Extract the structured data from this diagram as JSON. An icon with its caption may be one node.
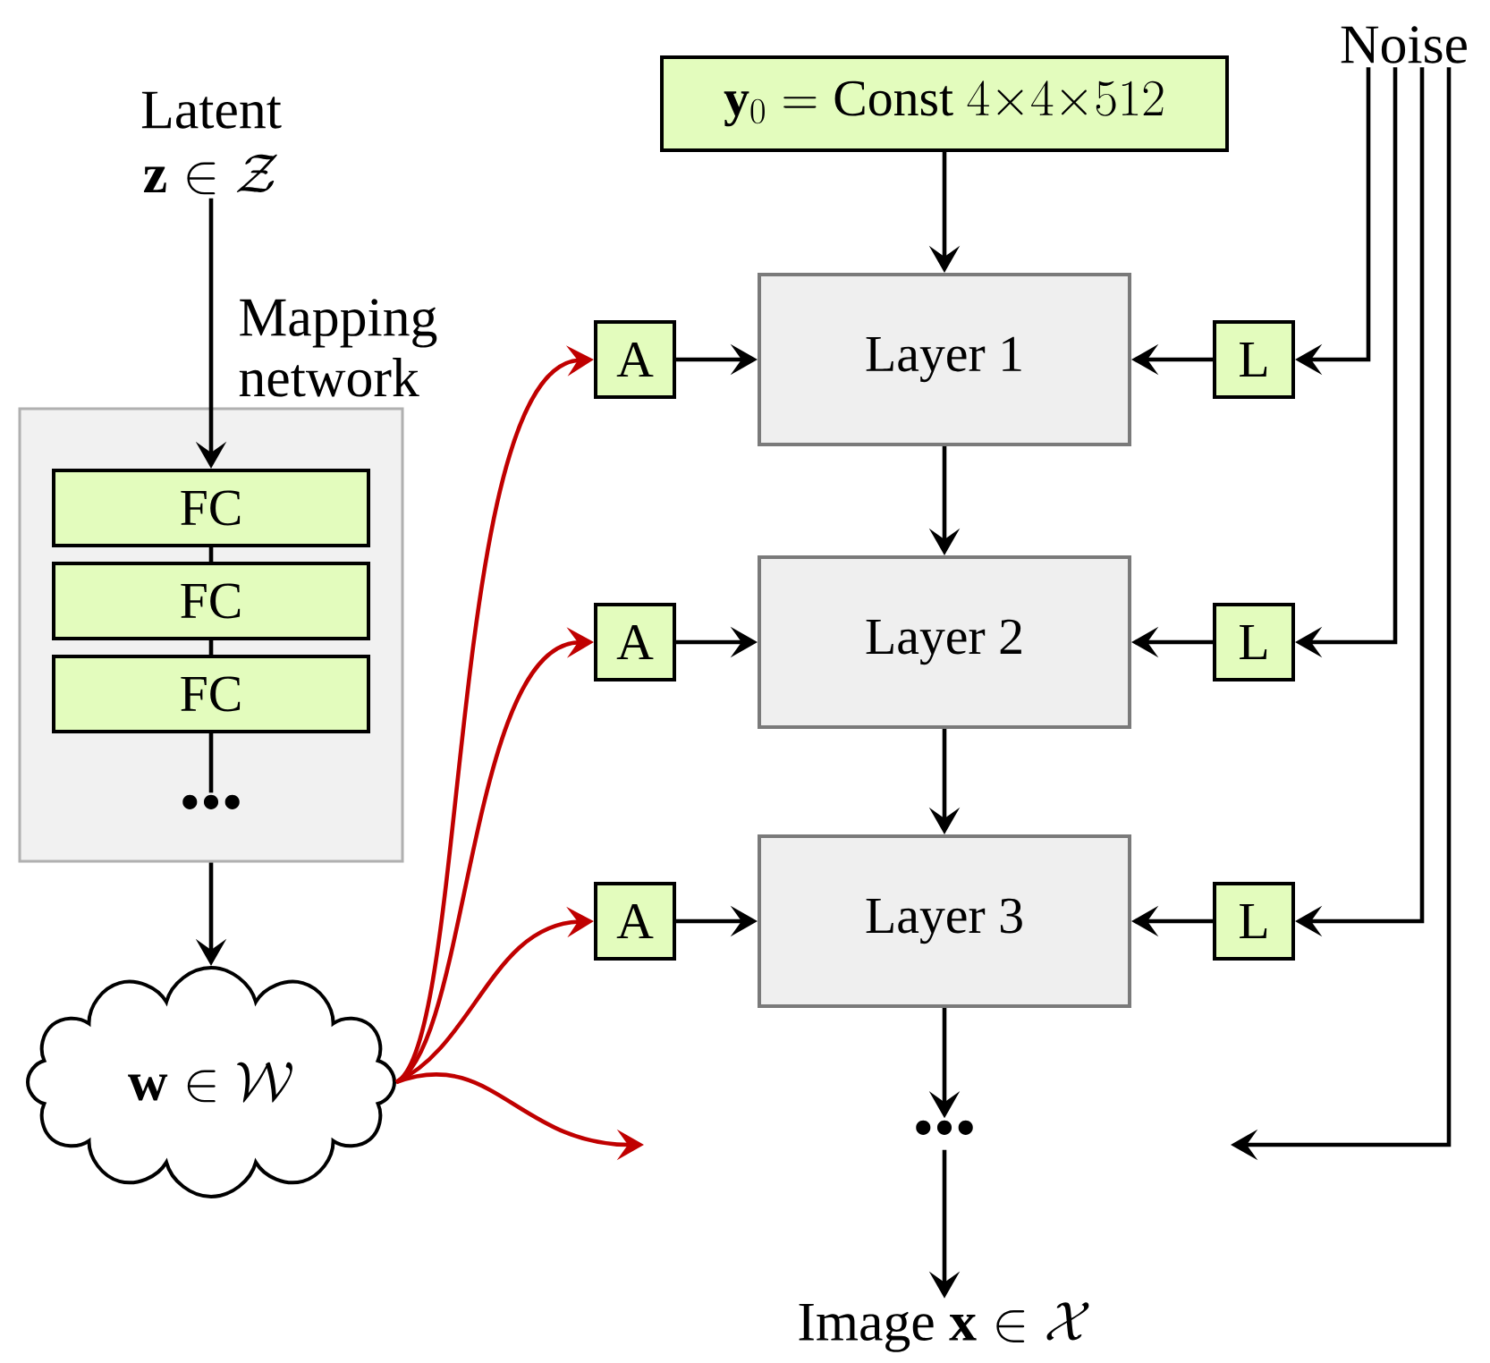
{
  "diagram": {
    "nodes": [
      {
        "text": [
          "Latent",
          "\\mathbf{z}\\in\\mathcal{Z}"
        ]
      },
      {
        "text": [
          "Mapping network"
        ]
      },
      {
        "text": [
          "FC"
        ],
        "in": 1
      },
      {
        "text": [
          "FC"
        ],
        "in": 1
      },
      {
        "text": [
          "FC"
        ],
        "in": 1
      },
      {
        "text": [
          "•••"
        ],
        "in": 1
      },
      {
        "text": [
          "\\mathbf{w}\\in\\mathcal{W}"
        ]
      },
      {
        "text": [
          "\\mathbf{y}_0 = \\mathrm{Const}\\ 4{\\times}4{\\times}512"
        ]
      },
      {
        "text": [
          "Layer 1"
        ]
      },
      {
        "text": [
          "Layer 2"
        ]
      },
      {
        "text": [
          "Layer 3"
        ]
      },
      {
        "text": [
          "•••"
        ]
      },
      {
        "text": [
          "Image",
          "\\mathbf{x}\\in\\mathcal{X}"
        ]
      },
      {
        "text": [
          "A"
        ]
      },
      {
        "text": [
          "A"
        ]
      },
      {
        "text": [
          "A"
        ]
      },
      {
        "text": [
          "L"
        ]
      },
      {
        "text": [
          "L"
        ]
      },
      {
        "text": [
          "L"
        ]
      },
      {
        "text": [
          "Noise"
        ]
      }
    ],
    "edges": [
      {
        "from": 0,
        "to": 2,
        "arrow": "to"
      },
      {
        "from": 2,
        "to": 3,
        "arrow": "none"
      },
      {
        "from": 3,
        "to": 4,
        "arrow": "none"
      },
      {
        "from": 4,
        "to": 5,
        "arrow": "none"
      },
      {
        "from": 1,
        "to": 6,
        "arrow": "to"
      },
      {
        "from": 6,
        "to": 13,
        "arrow": "to",
        "color": "#c00000"
      },
      {
        "from": 6,
        "to": 14,
        "arrow": "to",
        "color": "#c00000"
      },
      {
        "from": 6,
        "to": 15,
        "arrow": "to",
        "color": "#c00000"
      },
      {
        "from": 6,
        "to": null,
        "arrow": "to",
        "color": "#c00000"
      },
      {
        "from": 7,
        "to": 8,
        "arrow": "to"
      },
      {
        "from": 8,
        "to": 9,
        "arrow": "to"
      },
      {
        "from": 9,
        "to": 10,
        "arrow": "to"
      },
      {
        "from": 10,
        "to": 11,
        "arrow": "to"
      },
      {
        "from": 11,
        "to": 12,
        "arrow": "to"
      },
      {
        "from": 13,
        "to": 8,
        "arrow": "to"
      },
      {
        "from": 14,
        "to": 9,
        "arrow": "to"
      },
      {
        "from": 15,
        "to": 10,
        "arrow": "to"
      },
      {
        "from": 16,
        "to": 8,
        "arrow": "to"
      },
      {
        "from": 17,
        "to": 9,
        "arrow": "to"
      },
      {
        "from": 18,
        "to": 10,
        "arrow": "to"
      },
      {
        "from": 19,
        "to": 16,
        "arrow": "to"
      },
      {
        "from": 19,
        "to": 17,
        "arrow": "to"
      },
      {
        "from": 19,
        "to": 18,
        "arrow": "to"
      },
      {
        "from": 19,
        "to": null,
        "arrow": "to"
      }
    ]
  }
}
